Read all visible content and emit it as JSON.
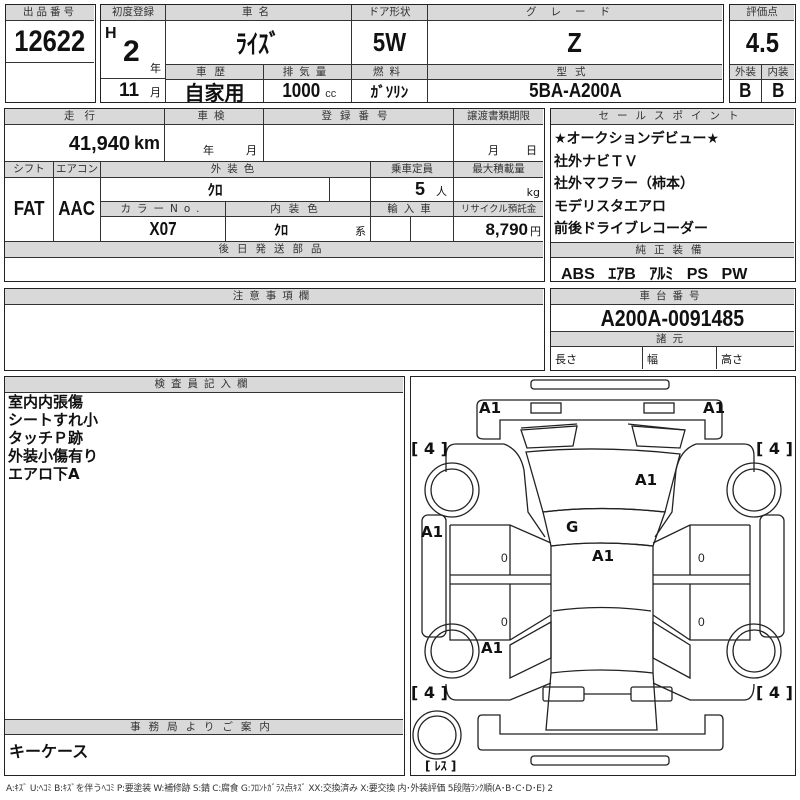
{
  "lot": {
    "label": "出品番号",
    "value": "12622"
  },
  "first_registration": {
    "label": "初度登録",
    "era": "H",
    "year": "2",
    "year_unit": "年",
    "month": "11",
    "month_unit": "月"
  },
  "car_name": {
    "label": "車名",
    "value": "ﾗｲｽﾞ"
  },
  "door": {
    "label": "ドア形状",
    "value": "5W"
  },
  "grade": {
    "label": "グレード",
    "value": "Z"
  },
  "score": {
    "label": "評価点",
    "value": "4.5"
  },
  "history": {
    "label": "車歴",
    "value": "自家用"
  },
  "displacement": {
    "label": "排気量",
    "value": "1000",
    "unit": "cc"
  },
  "fuel": {
    "label": "燃料",
    "value": "ｶﾞｿﾘﾝ"
  },
  "model": {
    "label": "型式",
    "value": "5BA-A200A"
  },
  "exterior_grade": {
    "label": "外装",
    "value": "B"
  },
  "interior_grade": {
    "label": "内装",
    "value": "B"
  },
  "mileage": {
    "label": "走行",
    "value": "41,940",
    "unit": "km"
  },
  "inspection": {
    "label": "車検",
    "year_unit": "年",
    "month_unit": "月"
  },
  "registration_no": {
    "label": "登録番号",
    "value": ""
  },
  "transfer_deadline": {
    "label": "譲渡書類期限",
    "month_unit": "月",
    "day_unit": "日"
  },
  "shift": {
    "label": "シフト",
    "value": "FAT"
  },
  "aircon": {
    "label": "エアコン",
    "value": "AAC"
  },
  "exterior_color": {
    "label": "外装色",
    "value": "ｸﾛ"
  },
  "capacity": {
    "label": "乗車定員",
    "value": "5",
    "unit": "人"
  },
  "max_load": {
    "label": "最大積載量",
    "unit": "kg"
  },
  "color_no": {
    "label": "カラーNo.",
    "value": "X07"
  },
  "interior_color": {
    "label": "内装色",
    "value": "ｸﾛ",
    "unit": "系"
  },
  "import": {
    "label": "輸入車"
  },
  "recycle_fee": {
    "label": "リサイクル預託金",
    "value": "8,790",
    "unit": "円"
  },
  "later_parts": {
    "label": "後日発送部品",
    "value": ""
  },
  "sales_points": {
    "label": "セールスポイント",
    "items": [
      "★オークションデビュー★",
      "社外ナビＴＶ",
      "社外マフラー（柿本）",
      "モデリスタエアロ",
      "前後ドライブレコーダー"
    ]
  },
  "equipment": {
    "label": "純正装備",
    "items": [
      "ABS",
      "ｴｱB",
      "ｱﾙﾐ",
      "PS",
      "PW"
    ]
  },
  "notes": {
    "label": "注意事項欄",
    "value": ""
  },
  "chassis": {
    "label": "車台番号",
    "value": "A200A-0091485"
  },
  "specs": {
    "label": "諸元",
    "length": "長さ",
    "width": "幅",
    "height": "高さ"
  },
  "inspector": {
    "label": "検査員記入欄",
    "items": [
      "室内内張傷",
      "シートすれ小",
      "タッチＰ跡",
      "外装小傷有り",
      "エアロ下A"
    ]
  },
  "office": {
    "label": "事務局よりご案内",
    "value": "キーケース"
  },
  "diagram": {
    "marks": {
      "front_bumper_left": "A1",
      "front_bumper_right": "A1",
      "hood": "A1",
      "windshield": "G",
      "roof": "A1",
      "left_fender": "A1",
      "left_rear_quarter": "A1"
    },
    "tires": {
      "front_left": "[ 4 ]",
      "front_right": "[ 4 ]",
      "rear_left": "[ 4 ]",
      "rear_right": "[ 4 ]",
      "spare": "[ ﾚｽ ]"
    },
    "door_zeros": [
      "0",
      "0",
      "0",
      "0"
    ]
  },
  "legend": "A:ｷｽﾞ  U:ﾍｺﾐ  B:ｷｽﾞを伴うﾍｺﾐ  P:要塗装  W:補修跡  S:錆  C:腐食  G:ﾌﾛﾝﾄｶﾞﾗｽ点ｷｽﾞ  XX:交換済み  X:要交換   内･外装評価  5段階ﾗﾝｸ順(A･B･C･D･E) 2"
}
